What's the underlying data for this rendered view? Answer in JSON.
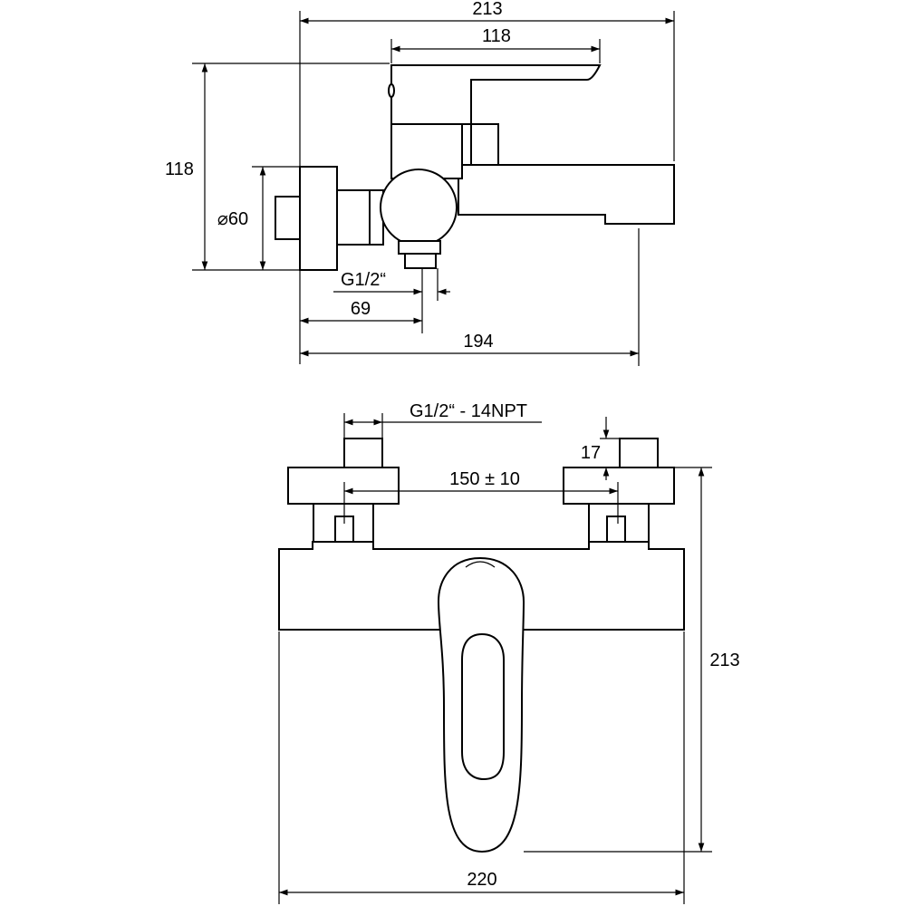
{
  "side_view": {
    "dim_total_width": "213",
    "dim_lever_width": "118",
    "dim_height": "118",
    "dim_diameter": "⌀60",
    "dim_thread": "G1/2“",
    "dim_outlet_offset": "69",
    "dim_spout_reach": "194"
  },
  "front_view": {
    "dim_thread": "G1/2“ - 14NPT",
    "dim_connector_height": "17",
    "dim_spacing": "150 ± 10",
    "dim_height": "213",
    "dim_width": "220"
  }
}
